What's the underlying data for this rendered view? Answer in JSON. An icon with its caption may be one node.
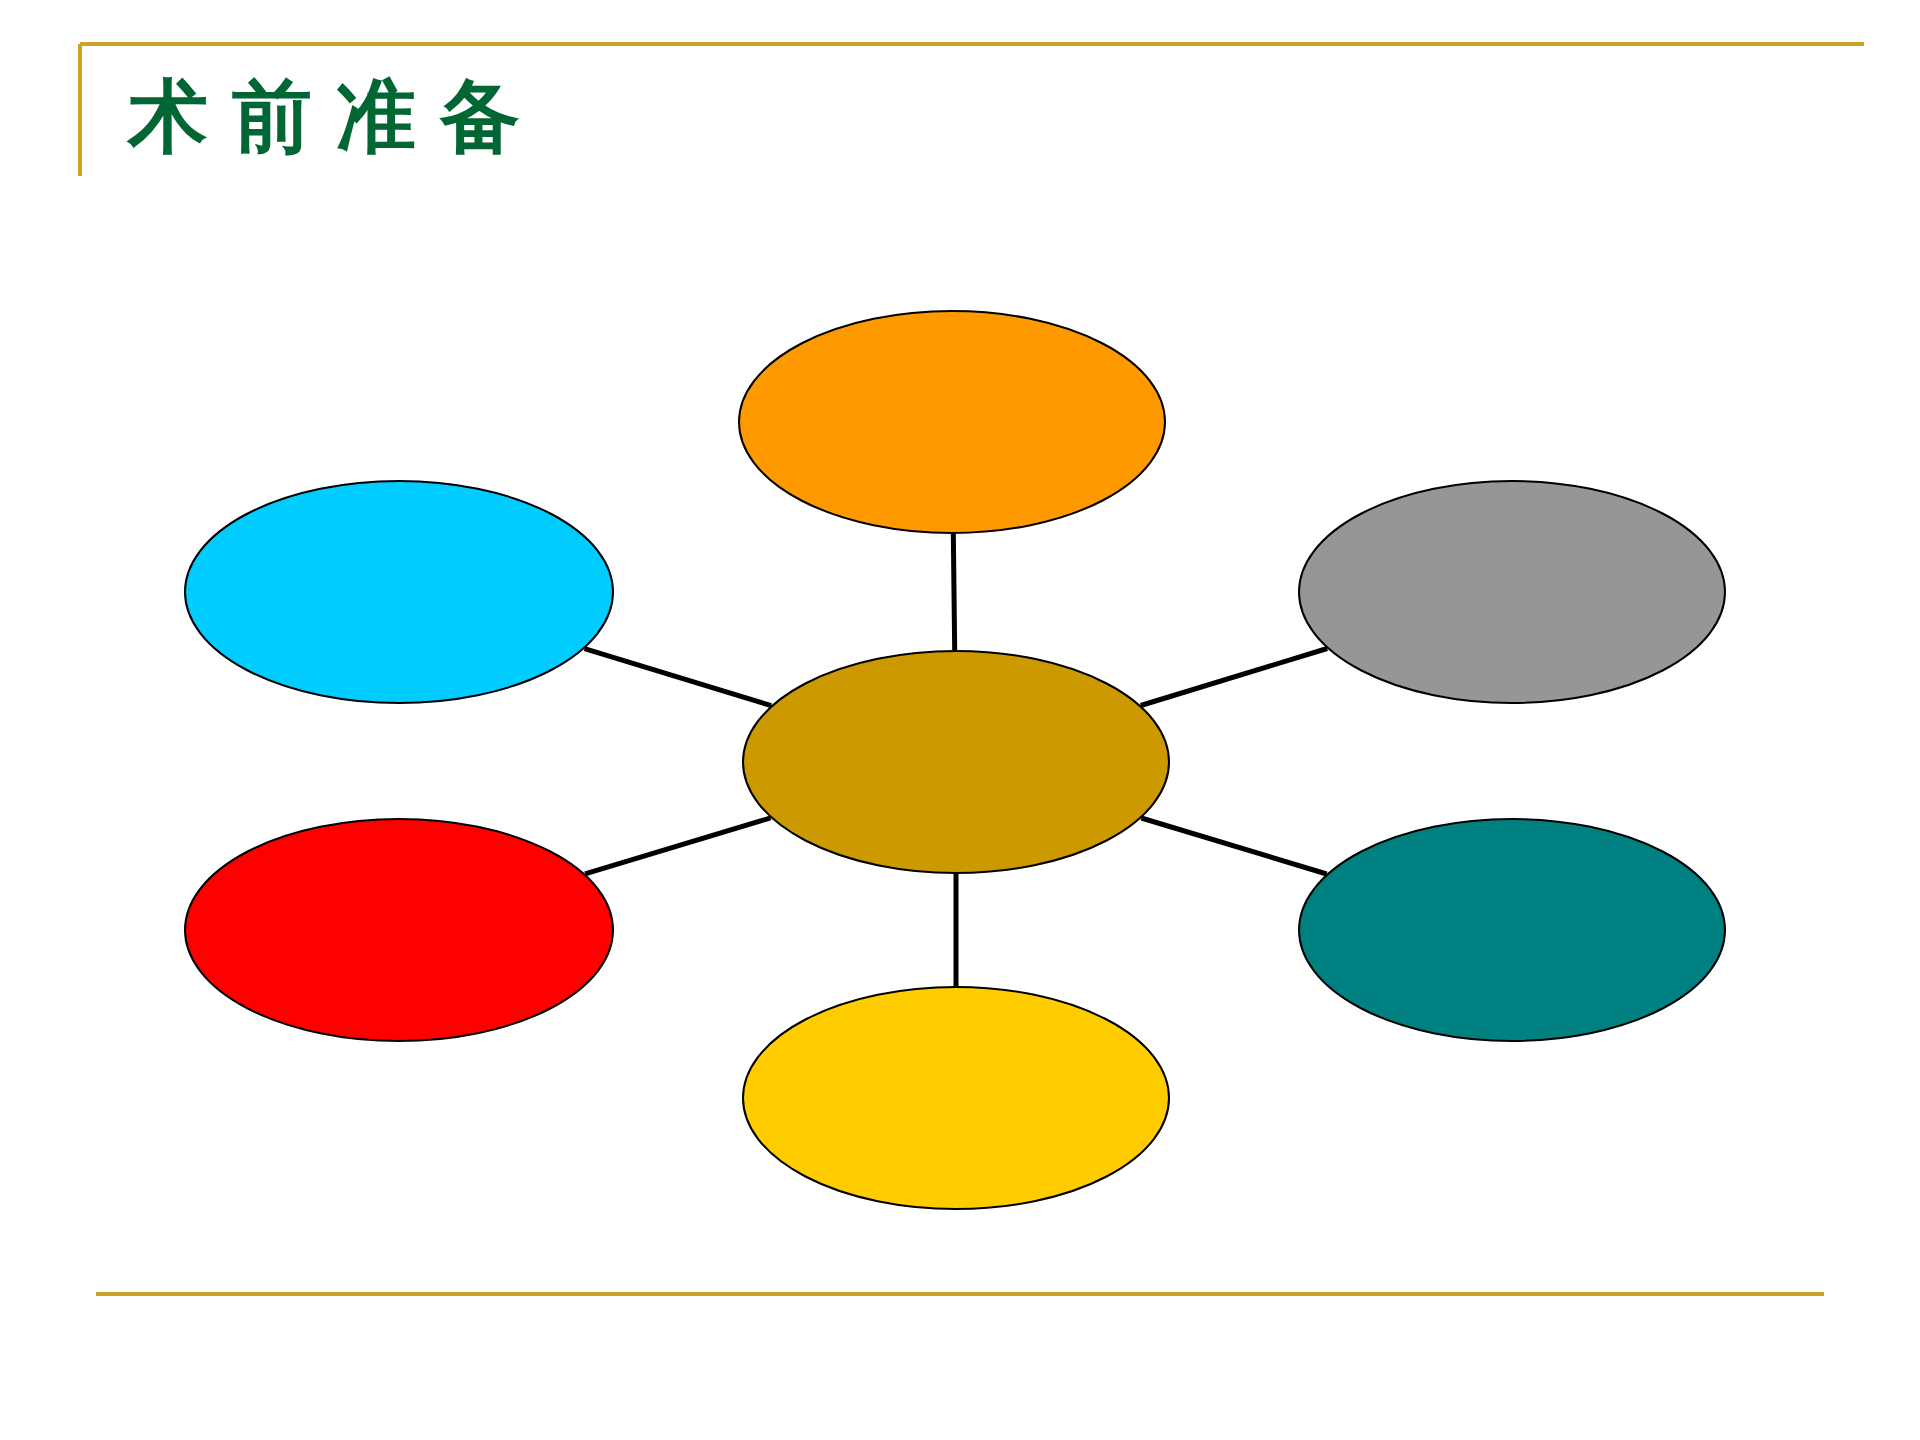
{
  "diagram": {
    "title": "术前准备",
    "nodes": [
      {
        "text": [],
        "shape": "ellipse"
      },
      {
        "text": [],
        "shape": "ellipse"
      },
      {
        "text": [],
        "shape": "ellipse"
      },
      {
        "text": [],
        "shape": "ellipse"
      },
      {
        "text": [],
        "shape": "ellipse"
      },
      {
        "text": [],
        "shape": "ellipse"
      },
      {
        "text": [],
        "shape": "ellipse"
      }
    ],
    "edges": [
      {
        "from": 3,
        "to": 0,
        "arrow": "none"
      },
      {
        "from": 3,
        "to": 1,
        "arrow": "none"
      },
      {
        "from": 3,
        "to": 2,
        "arrow": "none"
      },
      {
        "from": 3,
        "to": 4,
        "arrow": "none"
      },
      {
        "from": 3,
        "to": 5,
        "arrow": "none"
      },
      {
        "from": 3,
        "to": 6,
        "arrow": "none"
      }
    ]
  }
}
